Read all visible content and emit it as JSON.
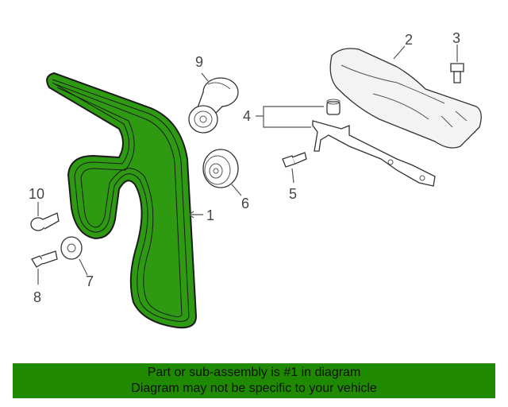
{
  "callouts": {
    "c1": "1",
    "c2": "2",
    "c3": "3",
    "c4": "4",
    "c5": "5",
    "c6": "6",
    "c7": "7",
    "c8": "8",
    "c9": "9",
    "c10": "10"
  },
  "colors": {
    "belt": "#2e9a12",
    "belt_stroke": "#1b1b1b",
    "banner_bg": "#1f8a00",
    "banner_text": "#111111"
  },
  "banner": {
    "line1": "Part or sub-assembly is #1 in diagram",
    "line2": "Diagram may not be specific to your vehicle"
  }
}
